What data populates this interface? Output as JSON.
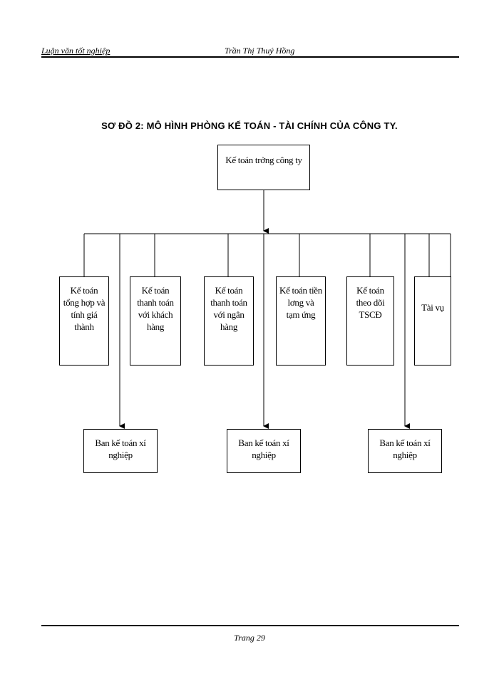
{
  "header": {
    "left": "Luận văn tốt nghiệp",
    "center": "Trần Thị Thuý Hồng"
  },
  "diagram": {
    "title": "SƠ ĐỒ 2: MÔ HÌNH PHÒNG KẾ TOÁN - TÀI CHÍNH CỦA CÔNG TY.",
    "top": "Kế toán trởng   công ty",
    "departments": [
      "Kế toán\ntổng hợp và\ntính giá\nthành",
      "Kế toán\nthanh toán\nvới khách\nhàng",
      "Kế toán\nthanh toán\nvới ngân\nhàng",
      "Kế toán tiền\nlơng   và\ntạm ứng",
      "Kế toán\ntheo dõi\nTSCĐ",
      "Tài vụ"
    ],
    "branches": [
      "Ban kế toán xí\nnghiệp",
      "Ban kế toán xí\nnghiệp",
      "Ban kế toán xí\nnghiệp"
    ]
  },
  "footer": {
    "page": "Trang 29"
  }
}
